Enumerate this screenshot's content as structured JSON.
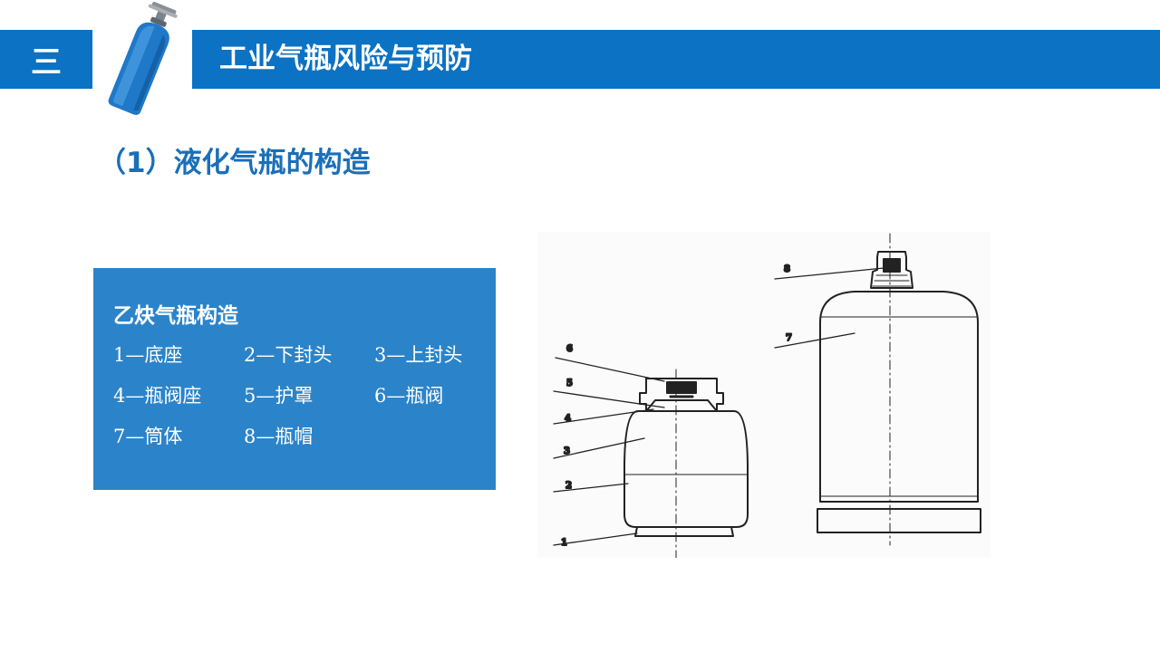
{
  "header": {
    "section_number": "三",
    "title": "工业气瓶风险与预防"
  },
  "subtitle": "（1）液化气瓶的构造",
  "info_box": {
    "title": "乙炔气瓶构造",
    "parts": [
      "1—底座",
      "2—下封头",
      "3—上封头",
      "4—瓶阀座",
      "5—护罩",
      "6—瓶阀",
      "7—筒体",
      "8—瓶帽"
    ]
  },
  "diagram": {
    "left_cylinder_labels": [
      "6",
      "5",
      "4",
      "3",
      "2",
      "1"
    ],
    "right_cylinder_labels": [
      "8",
      "7"
    ]
  },
  "colors": {
    "accent_blue": "#0b72c4",
    "info_box_blue": "#2b84c9",
    "subtitle_blue": "#1a6fb8"
  }
}
